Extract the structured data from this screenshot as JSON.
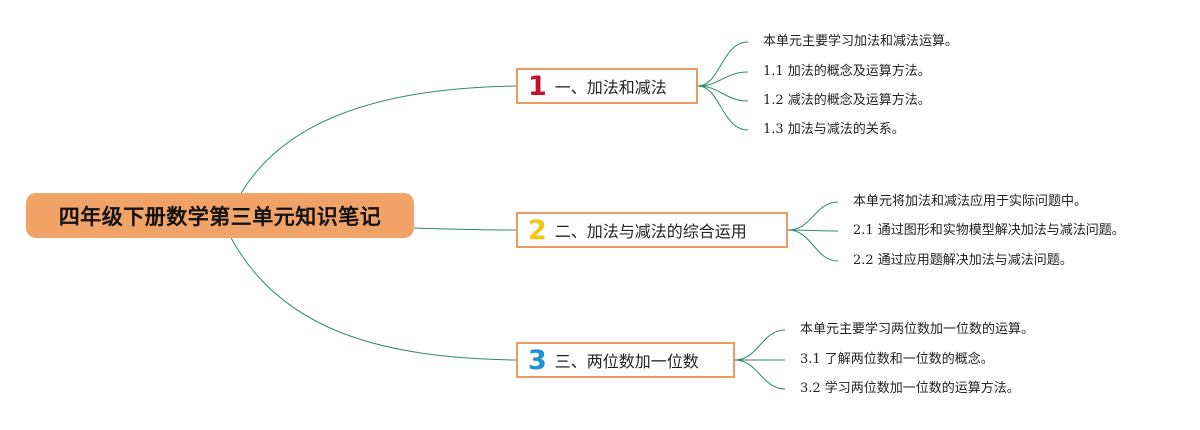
{
  "root": {
    "title": "四年级下册数学第三单元知识笔记"
  },
  "topics": [
    {
      "number": "1",
      "color": "#c8102e",
      "label": "一、加法和减法",
      "items": [
        "本单元主要学习加法和减法运算。",
        "1.1 加法的概念及运算方法。",
        "1.2 减法的概念及运算方法。",
        "1.3 加法与减法的关系。"
      ]
    },
    {
      "number": "2",
      "color": "#f5c518",
      "label": "二、加法与减法的综合运用",
      "items": [
        "本单元将加法和减法应用于实际问题中。",
        "2.1 通过图形和实物模型解决加法与减法问题。",
        "2.2 通过应用题解决加法与减法问题。"
      ]
    },
    {
      "number": "3",
      "color": "#1e90d6",
      "label": "三、两位数加一位数",
      "items": [
        "本单元主要学习两位数加一位数的运算。",
        "3.1 了解两位数和一位数的概念。",
        "3.2 学习两位数加一位数的运算方法。"
      ]
    }
  ],
  "colors": {
    "link": "#2e8b6a",
    "topic_border": "#ee9a63",
    "root_bg": "#f1a267"
  }
}
